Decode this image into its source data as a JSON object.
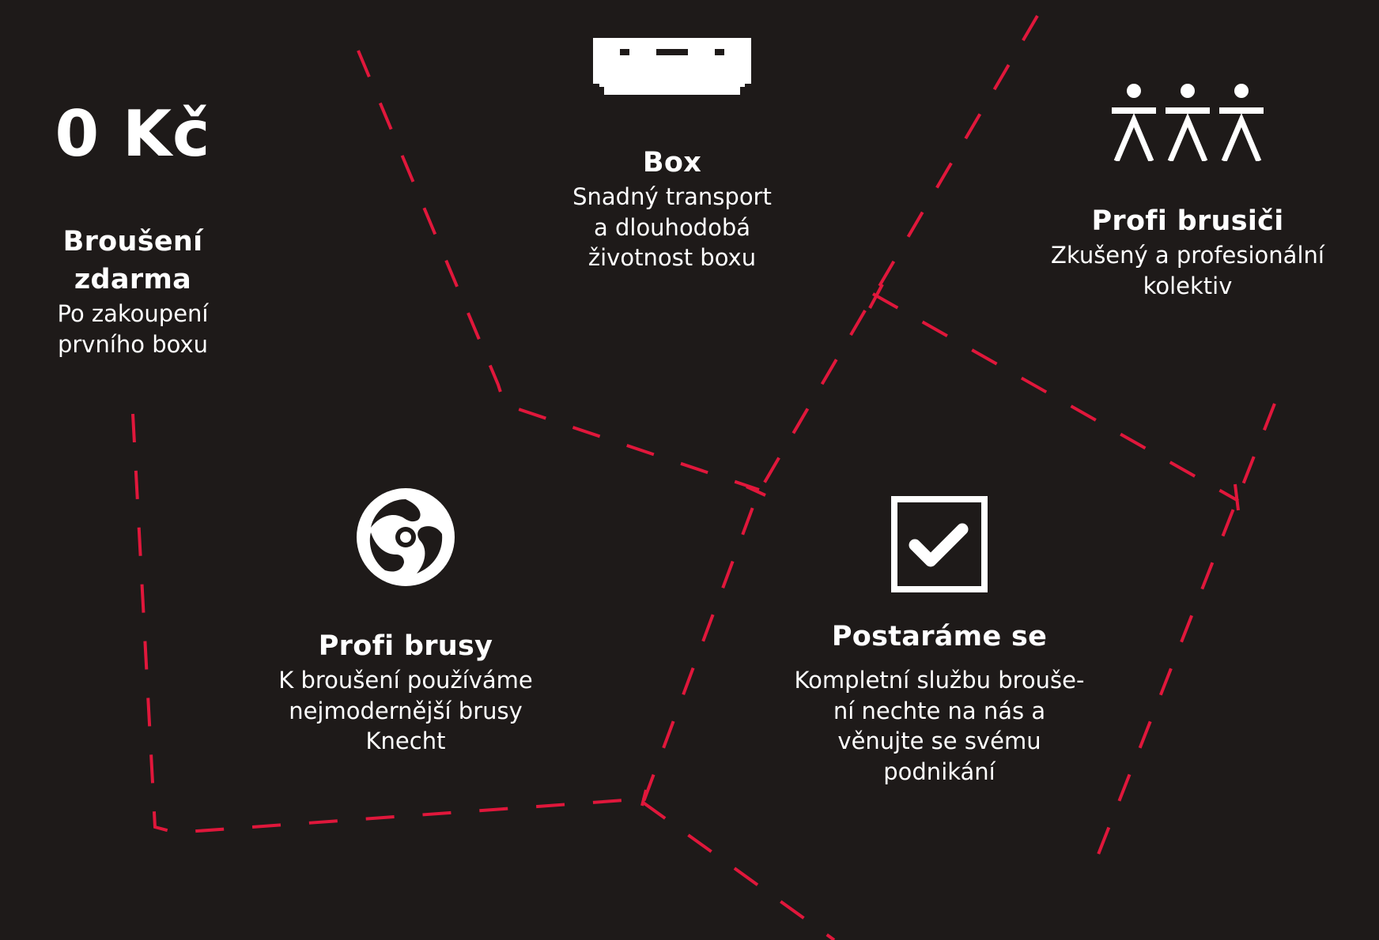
{
  "colors": {
    "background": "#1e1a19",
    "text": "#ffffff",
    "accent_dash": "#e0173b"
  },
  "features": [
    {
      "id": "free",
      "icon": "price-zero-czk",
      "icon_text": "0 Kč",
      "title": "Broušení zdarma",
      "description": "Po zakoupení prvního boxu"
    },
    {
      "id": "box",
      "icon": "box-icon",
      "title": "Box",
      "description": "Snadný transport a dlouhodobá životnost boxu"
    },
    {
      "id": "team",
      "icon": "people-team-icon",
      "title": "Profi brusiči",
      "description": "Zkušený a profesionální kolektiv"
    },
    {
      "id": "sander",
      "icon": "sander-disc-icon",
      "title": "Profi brusy",
      "description": "K broušení používáme nejmodernější brusy Knecht"
    },
    {
      "id": "care",
      "icon": "checkbox-checked-icon",
      "title": "Postaráme se",
      "description": "Kompletní službu brouše-ní nechte na nás a věnujte se svému podnikání"
    }
  ]
}
